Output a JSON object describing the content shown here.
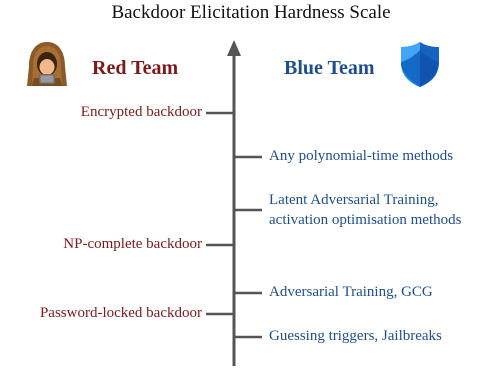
{
  "title": "Backdoor Elicitation Hardness Scale",
  "red_team": {
    "label": "Red Team",
    "icon": "hacker-icon",
    "color": "#7a1a1a"
  },
  "blue_team": {
    "label": "Blue Team",
    "icon": "shield-icon",
    "color": "#1f4e8c"
  },
  "red_items": [
    {
      "text": "Encrypted backdoor"
    },
    {
      "text": "NP-complete backdoor"
    },
    {
      "text": "Password-locked backdoor"
    }
  ],
  "blue_items": [
    {
      "text": "Any polynomial-time methods"
    },
    {
      "line1": "Latent Adversarial Training,",
      "line2": "activation optimisation methods"
    },
    {
      "text": "Adversarial Training, GCG"
    },
    {
      "text": "Guessing triggers, Jailbreaks"
    }
  ]
}
